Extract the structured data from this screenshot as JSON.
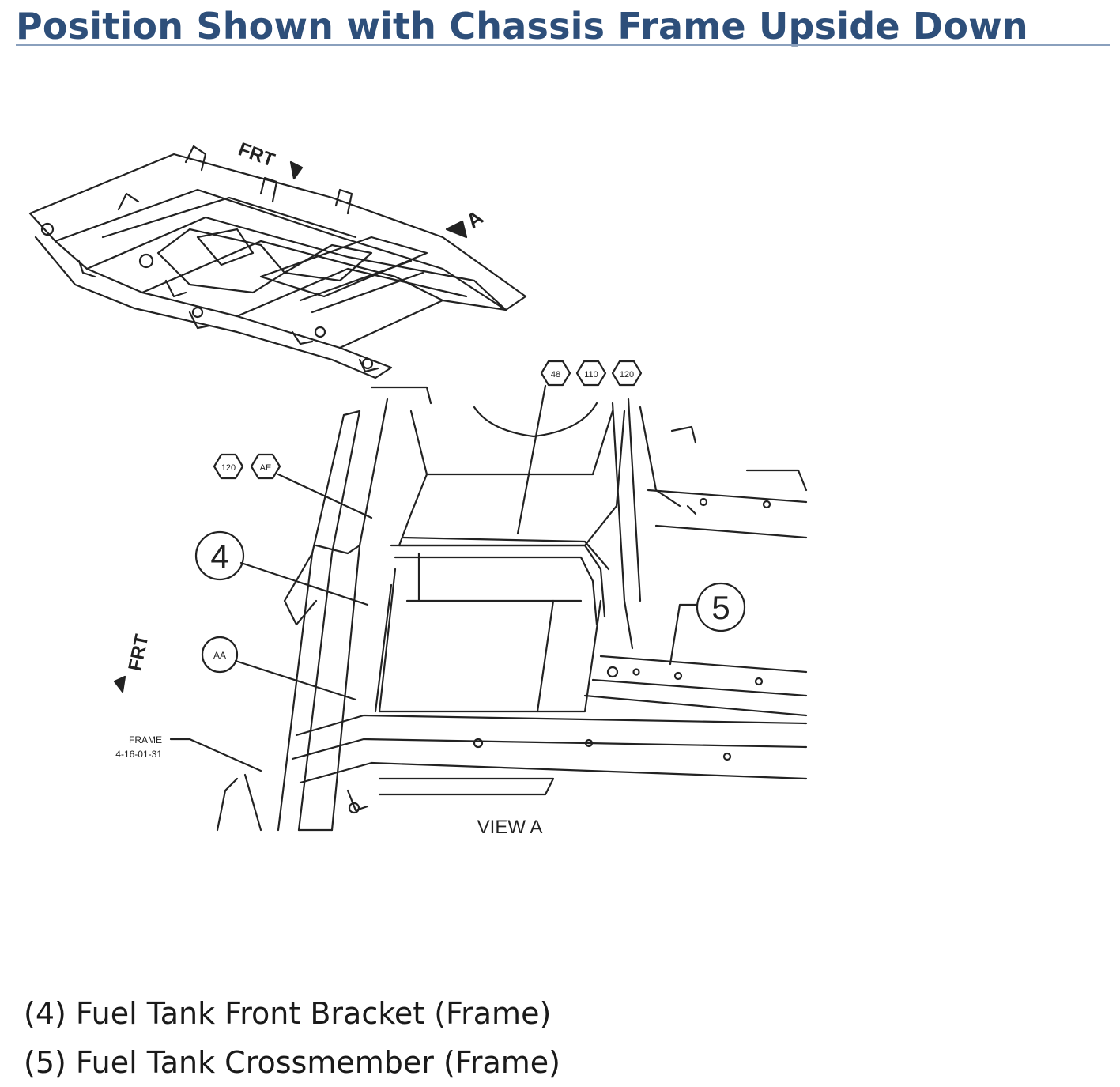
{
  "title": "Position Shown with Chassis Frame Upside Down",
  "labels": {
    "frt_top": "FRT",
    "frt_side": "FRT",
    "view_arrow": "A",
    "view_caption": "VIEW A",
    "frame_ref_1": "FRAME",
    "frame_ref_2": "4-16-01-31",
    "callout_4": "4",
    "callout_5": "5",
    "callout_aa": "AA",
    "hex_48": "48",
    "hex_110": "110",
    "hex_120a": "120",
    "hex_120b": "120",
    "hex_ae": "AE"
  },
  "legend": [
    "(4) Fuel Tank Front Bracket (Frame)",
    "(5) Fuel Tank Crossmember (Frame)"
  ]
}
